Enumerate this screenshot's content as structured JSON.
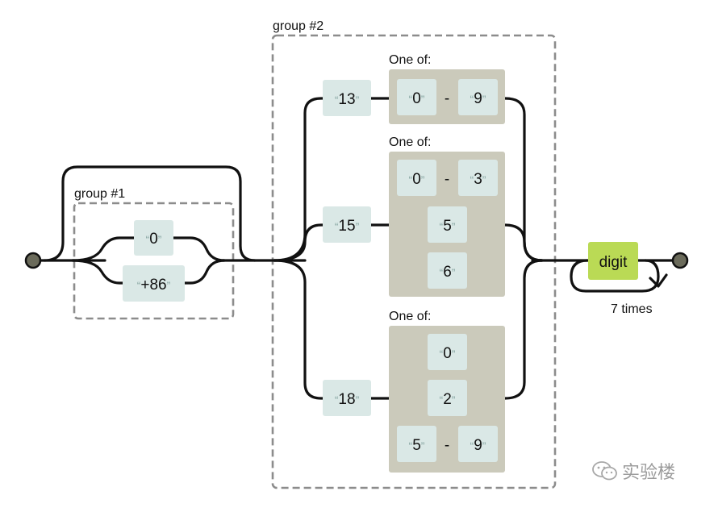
{
  "groups": {
    "g1": "group #1",
    "g2": "group #2"
  },
  "one_of_label": "One of:",
  "repeat_label": "7 times",
  "open_quote": "“",
  "close_quote": "”",
  "prefix_literals": [
    "0",
    "+86"
  ],
  "branches": [
    {
      "prefix": "13",
      "class_items": [
        {
          "from": "0",
          "to": "9"
        }
      ]
    },
    {
      "prefix": "15",
      "class_items": [
        {
          "from": "0",
          "to": "3"
        },
        {
          "single": "5"
        },
        {
          "single": "6"
        }
      ]
    },
    {
      "prefix": "18",
      "class_items": [
        {
          "single": "0"
        },
        {
          "single": "2"
        },
        {
          "from": "5",
          "to": "9"
        }
      ]
    }
  ],
  "range_dash": "-",
  "terminal": "digit",
  "watermark": "实验楼",
  "colors": {
    "literal": "#dae8e6",
    "char_class": "#cbcabb",
    "terminal": "#bada55",
    "group_border": "#8c8c8c"
  }
}
